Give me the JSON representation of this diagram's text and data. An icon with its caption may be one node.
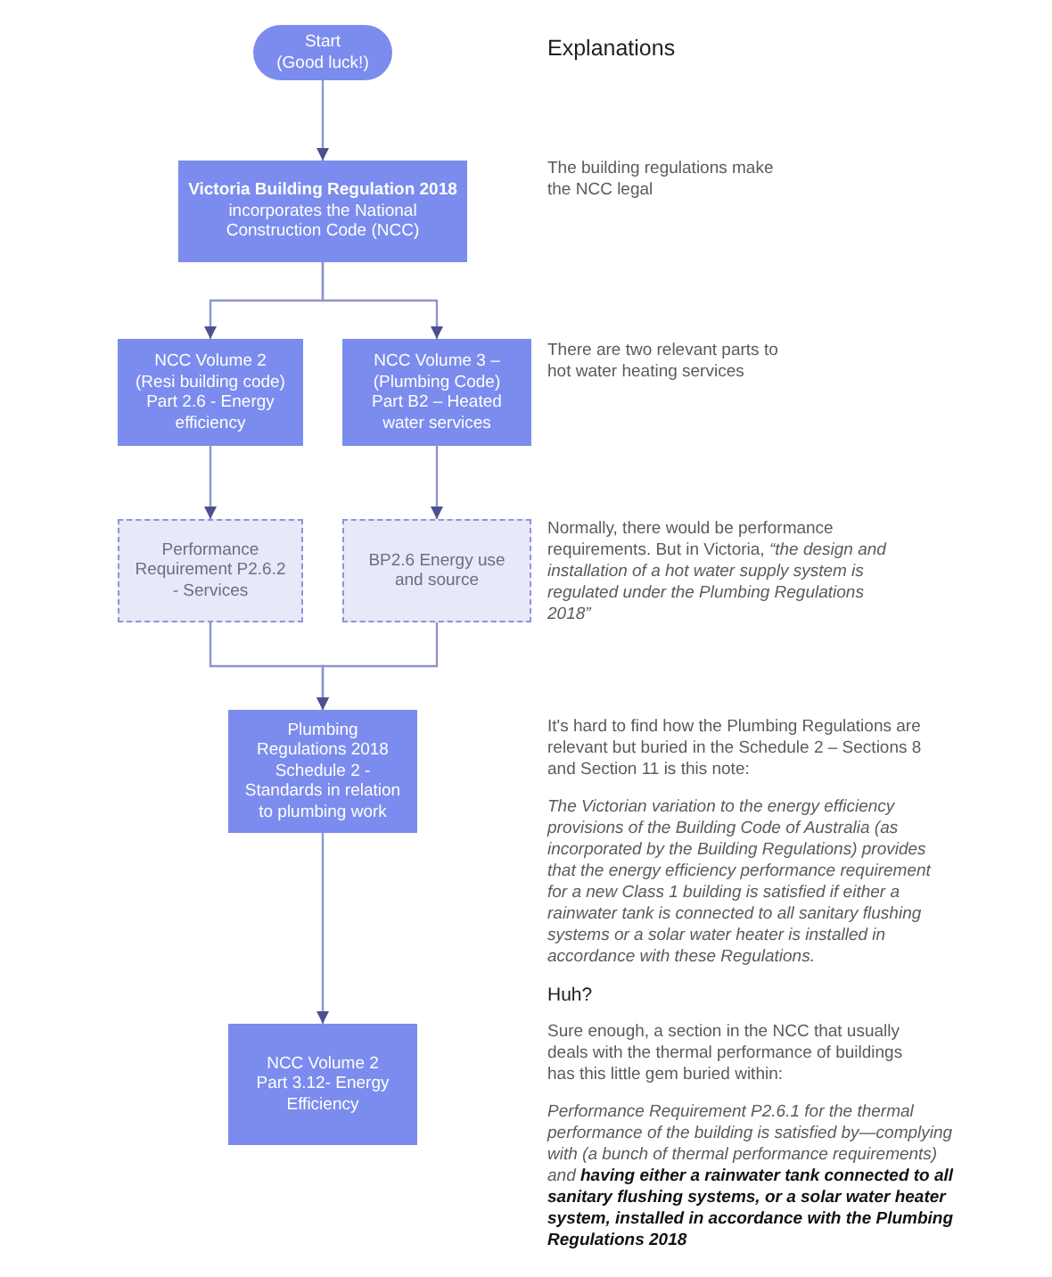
{
  "diagram": {
    "nodes": [
      {
        "text": [
          "Start",
          "(Good luck!)"
        ]
      },
      {
        "text": [
          "Victoria Building Regulation 2018",
          "incorporates the National Construction Code (NCC)"
        ]
      },
      {
        "text": [
          "NCC Volume 2 (Resi building code) Part 2.6 - Energy efficiency"
        ]
      },
      {
        "text": [
          "NCC Volume 3 – (Plumbing Code) Part B2 – Heated water services"
        ]
      },
      {
        "text": [
          "Performance Requirement P2.6.2 - Services"
        ]
      },
      {
        "text": [
          "BP2.6 Energy use and source"
        ]
      },
      {
        "text": [
          "Plumbing Regulations 2018 Schedule 2 - Standards in relation to plumbing work"
        ]
      },
      {
        "text": [
          "NCC Volume 2 Part 3.12- Energy Efficiency"
        ]
      }
    ],
    "edges": [
      {
        "from": 0,
        "to": 1,
        "arrow": "to"
      },
      {
        "from": 1,
        "to": 2,
        "arrow": "to"
      },
      {
        "from": 1,
        "to": 3,
        "arrow": "to"
      },
      {
        "from": 2,
        "to": 4,
        "arrow": "to"
      },
      {
        "from": 3,
        "to": 5,
        "arrow": "to"
      },
      {
        "from": 4,
        "to": 6,
        "arrow": "to"
      },
      {
        "from": 5,
        "to": 6,
        "arrow": "to"
      },
      {
        "from": 6,
        "to": 7,
        "arrow": "to"
      }
    ],
    "labels": [
      "Explanations",
      "The building regulations make the NCC legal",
      "There are two relevant parts to hot water heating services",
      "Normally, there would be performance requirements. But in Victoria, *“the design and installation of a hot water supply system is regulated under the Plumbing Regulations 2018”*",
      "It's hard to find how the Plumbing Regulations are relevant but buried in the Schedule 2 – Sections 8 and Section 11 is this note:",
      "The Victorian variation to the energy efficiency provisions of the Building Code of Australia (as incorporated by the Building Regulations) provides that the energy efficiency performance requirement for a new Class 1 building is satisfied if either a rainwater tank is connected to all sanitary flushing systems or a solar water heater is installed in accordance with these Regulations.",
      "Huh?",
      "Sure enough, a section in the NCC that usually deals with the thermal performance of buildings has this little gem buried within:",
      "Performance Requirement P2.6.1 for the thermal performance of the building is satisfied by—complying with (a bunch of thermal performance requirements) and **having either a rainwater tank connected to all sanitary flushing systems, or a solar water heater system, installed in accordance with the Plumbing Regulations 2018**"
    ]
  }
}
